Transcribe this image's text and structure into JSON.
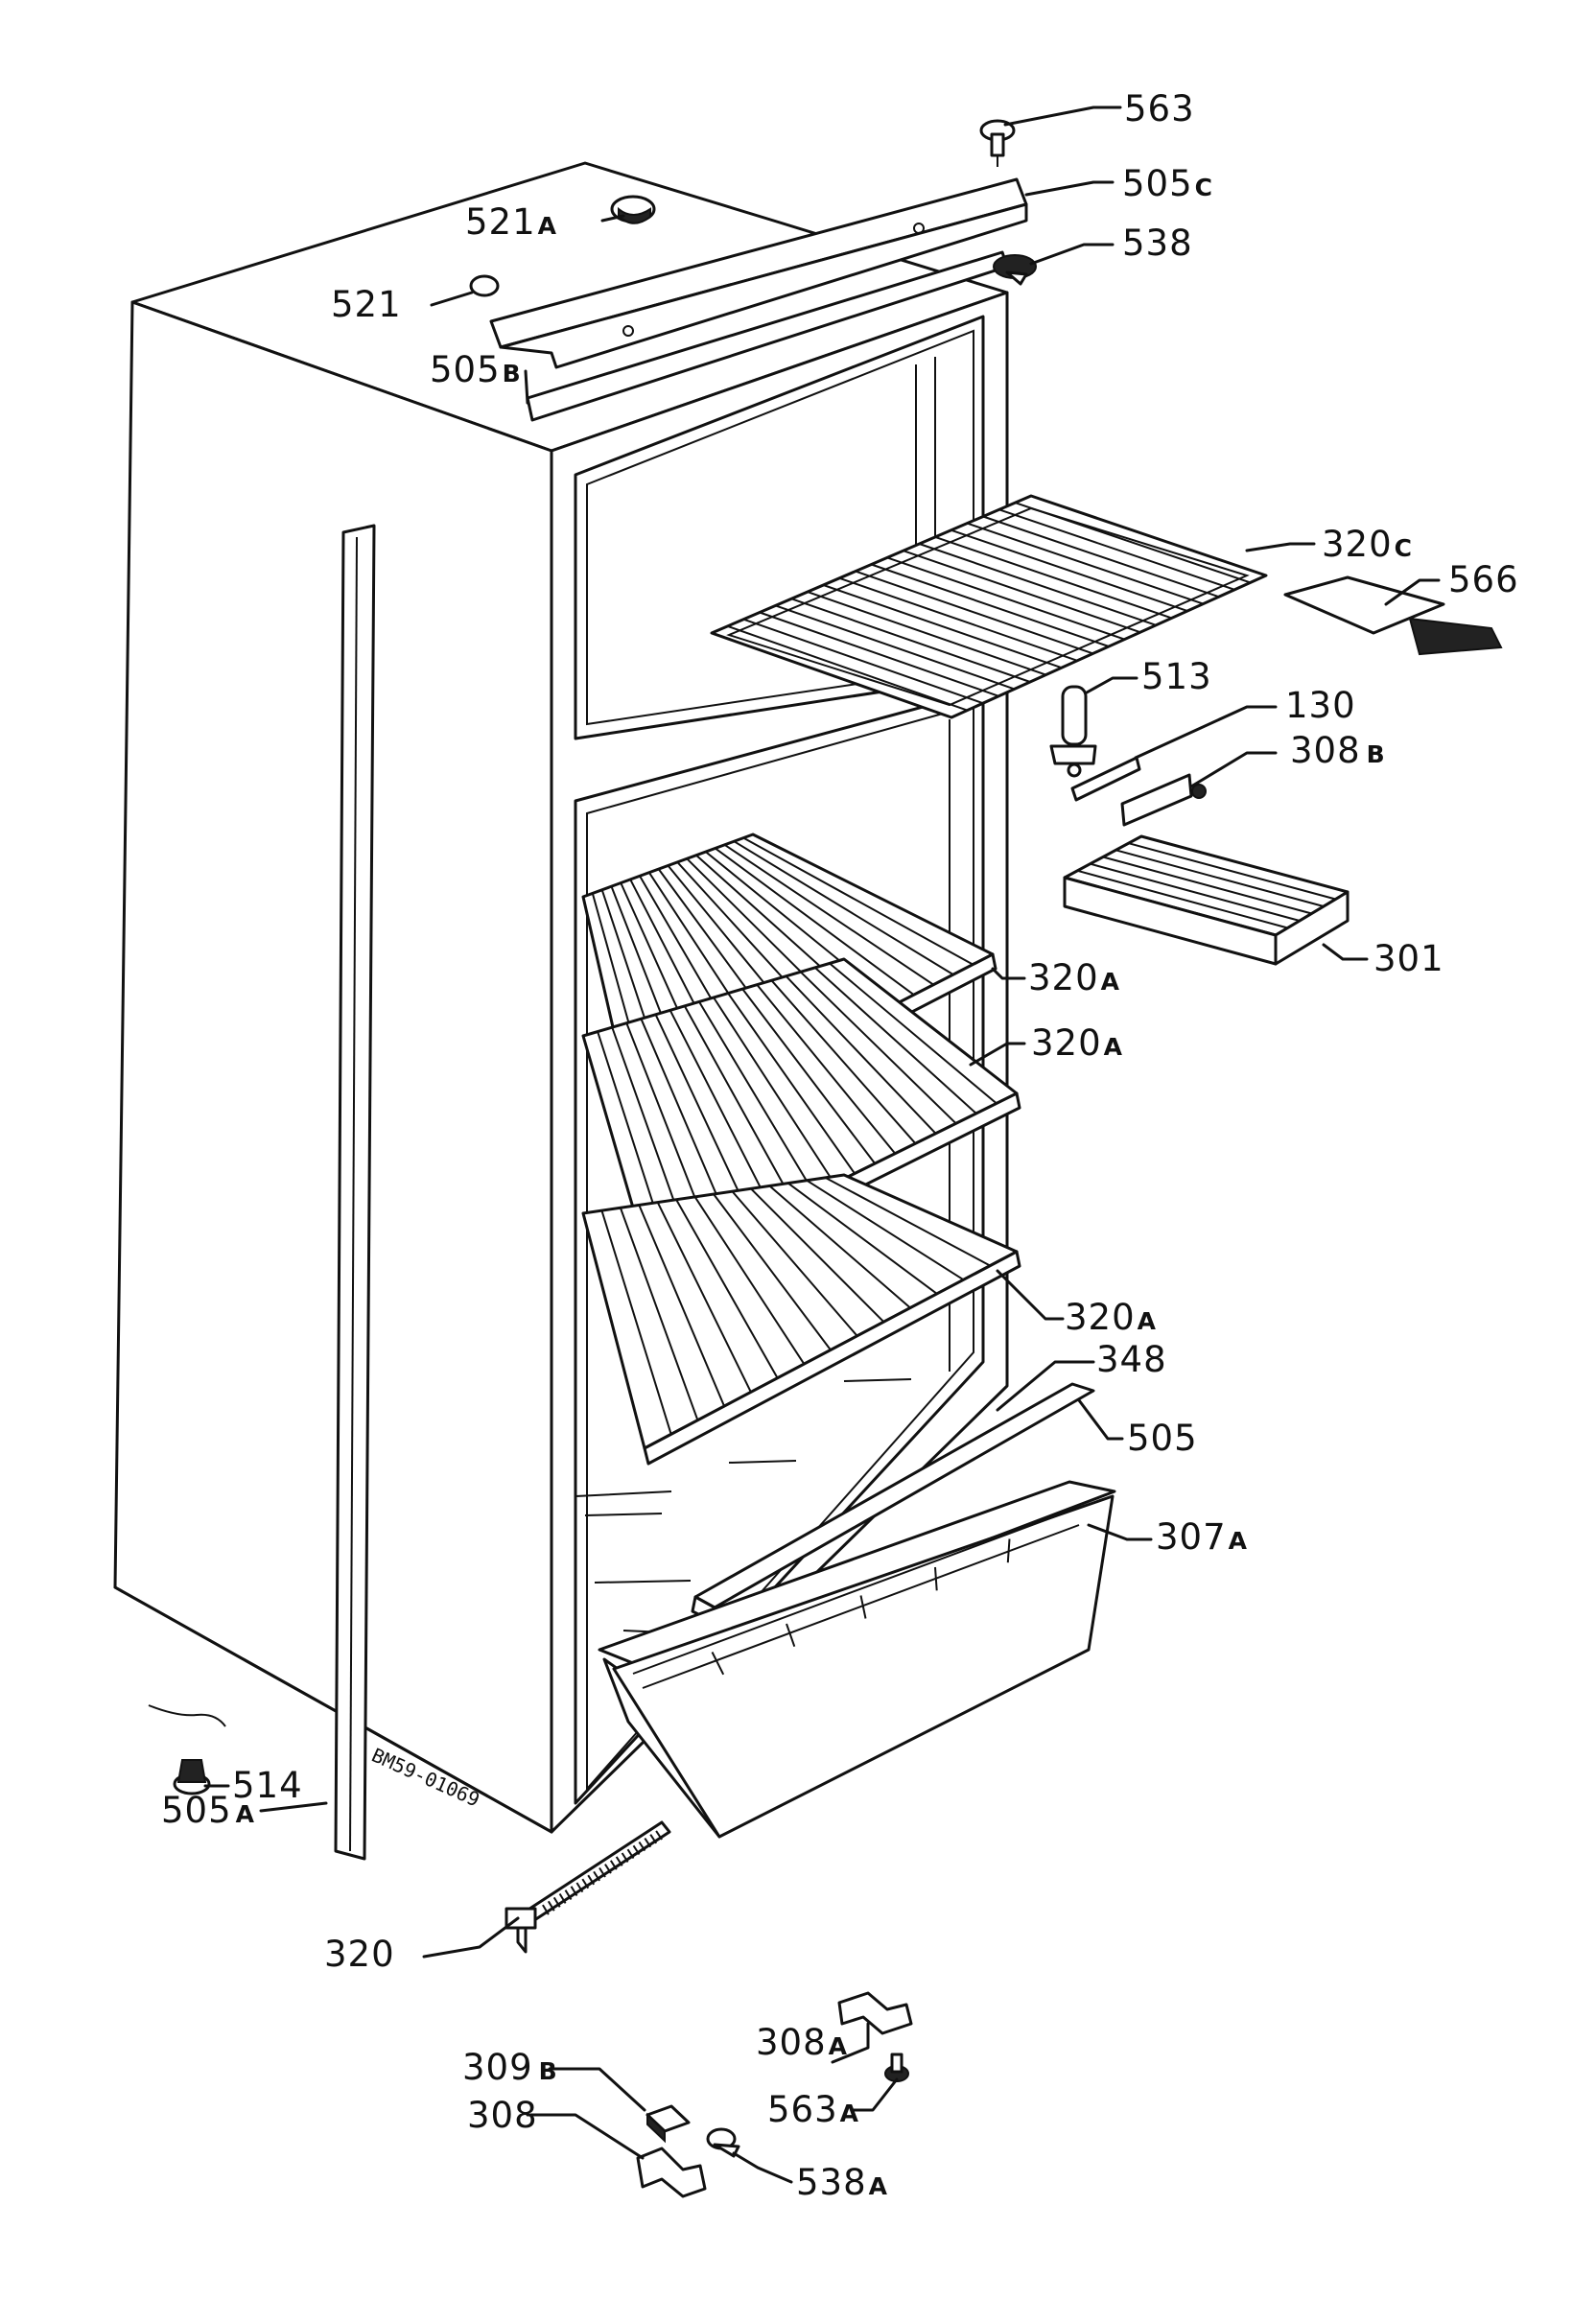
{
  "diagram_code": "BM59-01069",
  "labels": [
    {
      "id": "563",
      "number": "563",
      "suffix": ""
    },
    {
      "id": "505c",
      "number": "505",
      "suffix": "C"
    },
    {
      "id": "521a",
      "number": "521",
      "suffix": "A"
    },
    {
      "id": "538",
      "number": "538",
      "suffix": ""
    },
    {
      "id": "521",
      "number": "521",
      "suffix": ""
    },
    {
      "id": "505b",
      "number": "505",
      "suffix": "B"
    },
    {
      "id": "320c",
      "number": "320",
      "suffix": "C"
    },
    {
      "id": "566",
      "number": "566",
      "suffix": ""
    },
    {
      "id": "513",
      "number": "513",
      "suffix": ""
    },
    {
      "id": "130",
      "number": "130",
      "suffix": ""
    },
    {
      "id": "308b",
      "number": "308",
      "suffix": "B"
    },
    {
      "id": "301",
      "number": "301",
      "suffix": ""
    },
    {
      "id": "320a-1",
      "number": "320",
      "suffix": "A"
    },
    {
      "id": "320a-2",
      "number": "320",
      "suffix": "A"
    },
    {
      "id": "320a-3",
      "number": "320",
      "suffix": "A"
    },
    {
      "id": "348",
      "number": "348",
      "suffix": ""
    },
    {
      "id": "505",
      "number": "505",
      "suffix": ""
    },
    {
      "id": "307a",
      "number": "307",
      "suffix": "A"
    },
    {
      "id": "514",
      "number": "514",
      "suffix": ""
    },
    {
      "id": "505a",
      "number": "505",
      "suffix": "A"
    },
    {
      "id": "320",
      "number": "320",
      "suffix": ""
    },
    {
      "id": "309b",
      "number": "309",
      "suffix": "B"
    },
    {
      "id": "308",
      "number": "308",
      "suffix": ""
    },
    {
      "id": "308a",
      "number": "308",
      "suffix": "A"
    },
    {
      "id": "563a",
      "number": "563",
      "suffix": "A"
    },
    {
      "id": "538a",
      "number": "538",
      "suffix": "A"
    }
  ]
}
